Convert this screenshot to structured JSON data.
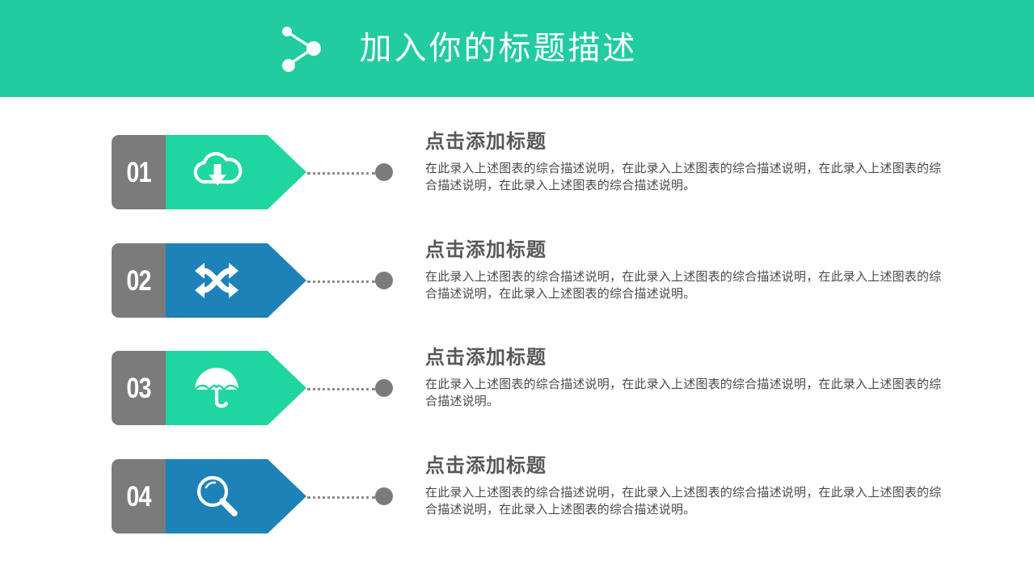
{
  "slide": {
    "background_color": "#ffffff",
    "header": {
      "title": "加入你的标题描述",
      "background_color": "#20cca0",
      "text_color": "#ffffff",
      "icon": "share-network-icon"
    },
    "palette": {
      "green": "#1fd6a0",
      "blue": "#1d82b8",
      "gray": "#7b7b7b",
      "title_text": "#585858",
      "body_text": "#4a4a4a"
    },
    "items": [
      {
        "number": "01",
        "icon": "cloud-download-icon",
        "accent_color": "#1fd6a0",
        "title": "点击添加标题",
        "body": "在此录入上述图表的综合描述说明，在此录入上述图表的综合描述说明，在此录入上述图表的综合描述说明，在此录入上述图表的综合描述说明。"
      },
      {
        "number": "02",
        "icon": "shuffle-arrows-icon",
        "accent_color": "#1d82b8",
        "title": "点击添加标题",
        "body": "在此录入上述图表的综合描述说明，在此录入上述图表的综合描述说明，在此录入上述图表的综合描述说明，在此录入上述图表的综合描述说明。"
      },
      {
        "number": "03",
        "icon": "umbrella-icon",
        "accent_color": "#1fd6a0",
        "title": "点击添加标题",
        "body": "在此录入上述图表的综合描述说明，在此录入上述图表的综合描述说明，在此录入上述图表的综合描述说明。"
      },
      {
        "number": "04",
        "icon": "magnifier-icon",
        "accent_color": "#1d82b8",
        "title": "点击添加标题",
        "body": "在此录入上述图表的综合描述说明，在此录入上述图表的综合描述说明，在此录入上述图表的综合描述说明，在此录入上述图表的综合描述说明。"
      }
    ]
  }
}
